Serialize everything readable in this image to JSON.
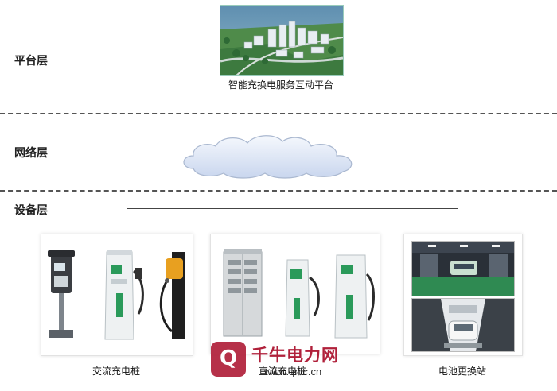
{
  "layers": {
    "platform": "平台层",
    "network": "网络层",
    "device": "设备层"
  },
  "platform_caption": "智能充换电服务互动平台",
  "device_captions": {
    "ac": "交流充电桩",
    "dc": "直流充电桩",
    "swap": "电池更换站"
  },
  "watermark": {
    "brand": "千牛电力网",
    "url": "www.qnic.cn",
    "logo_letter": "Q"
  },
  "colors": {
    "line": "#444444",
    "cloud_fill": "#dfe8f7",
    "cloud_stroke": "#aab8d0",
    "watermark_red": "#b0203a",
    "charger_green": "#2a9a5a"
  }
}
